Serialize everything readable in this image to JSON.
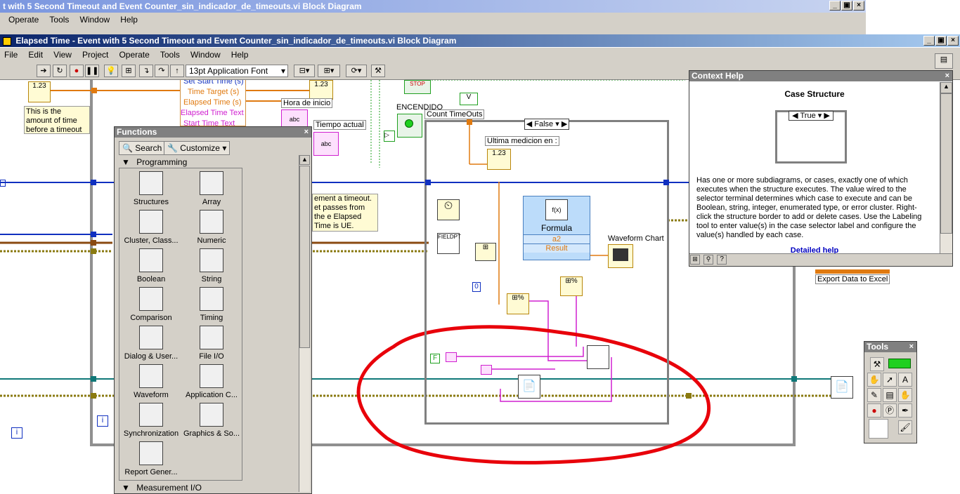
{
  "bg_window": {
    "title": "t with 5 Second Timeout and Event Counter_sin_indicador_de_timeouts.vi Block Diagram",
    "menus": [
      "Operate",
      "Tools",
      "Window",
      "Help"
    ]
  },
  "window": {
    "title": "Elapsed Time - Event with 5 Second Timeout and Event Counter_sin_indicador_de_timeouts.vi Block Diagram",
    "menus": [
      "File",
      "Edit",
      "View",
      "Project",
      "Operate",
      "Tools",
      "Window",
      "Help"
    ],
    "font_selector": "13pt Application Font"
  },
  "diagram": {
    "note_text": "This is the amount of time before a timeout occurs",
    "terminal_123": "1.23",
    "cluster_items": [
      "Set Start Time (s)",
      "Time Target (s)",
      "Elapsed Time (s)",
      "Elapsed Time Text",
      "Start Time Text"
    ],
    "hora_de_inicio": "Hora de inicio",
    "tiempo_actual": "Tiempo actual",
    "encendido": "ENCENDIDO",
    "count_timeouts": "Count TimeOuts",
    "case_selector": "False",
    "ultima_medicion": "Ultima medicion en :",
    "formula_title": "Formula",
    "formula_input": "a2",
    "formula_output": "Result",
    "waveform_chart": "Waveform Chart",
    "timeout_comment": "ement a timeout. et passes from the e Elapsed Time is UE.",
    "export_label": "Export Data to Excel",
    "stop_label": "STOP",
    "fieldpt": "FIELDPT",
    "zero": "0",
    "false_const": "F",
    "info_i": "i"
  },
  "functions_palette": {
    "title": "Functions",
    "search": "Search",
    "customize": "Customize",
    "category": "Programming",
    "items": [
      "Structures",
      "Array",
      "Cluster, Class...",
      "Numeric",
      "Boolean",
      "String",
      "Comparison",
      "Timing",
      "Dialog & User...",
      "File I/O",
      "Waveform",
      "Application C...",
      "Synchronization",
      "Graphics & So...",
      "Report Gener..."
    ],
    "bottom_category": "Measurement I/O"
  },
  "context_help": {
    "title": "Context Help",
    "heading": "Case Structure",
    "selector_value": "True",
    "body": "Has one or more subdiagrams, or cases, exactly one of which executes when the structure executes. The value wired to the selector terminal determines which case to execute and can be Boolean, string, integer, enumerated type, or error cluster. Right-click the structure border to add or delete cases. Use the Labeling tool to enter value(s) in the case selector label and configure the value(s) handled by each case.",
    "link": "Detailed help"
  },
  "tools_palette": {
    "title": "Tools"
  },
  "colors": {
    "title_active": "#0a246a",
    "annotation_red": "#e8000a",
    "wire_orange": "#e07a10",
    "wire_blue": "#1030c0",
    "wire_pink": "#d020d0",
    "wire_teal": "#107878",
    "wire_olive": "#8a7a10"
  }
}
